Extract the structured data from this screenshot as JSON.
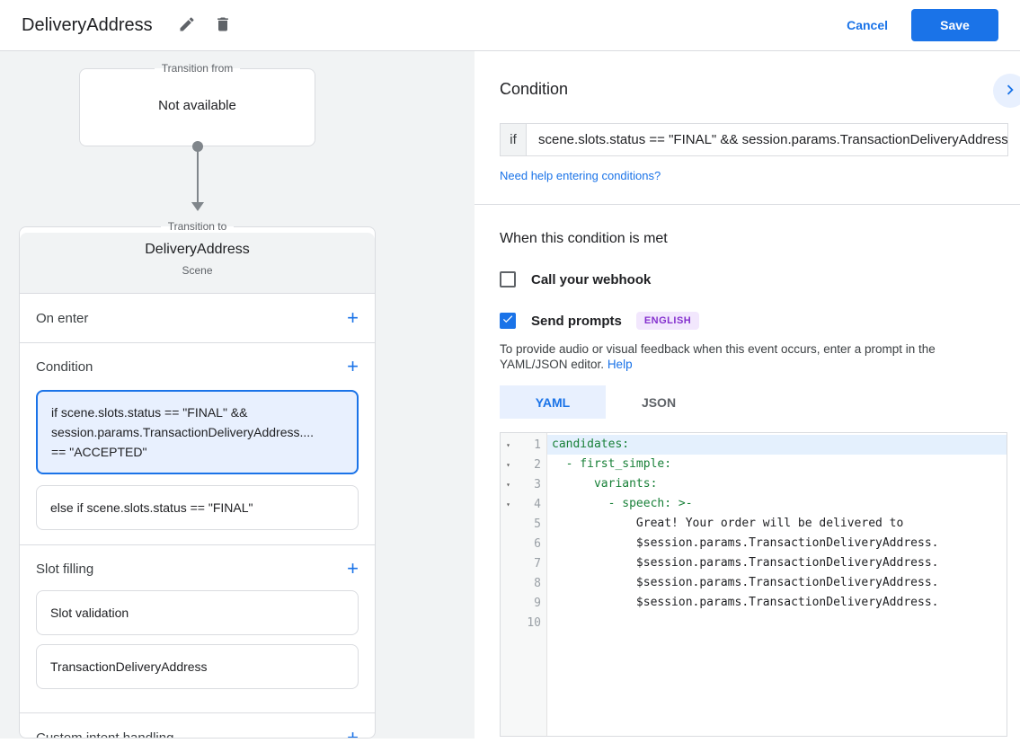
{
  "header": {
    "title": "DeliveryAddress",
    "cancel_label": "Cancel",
    "save_label": "Save"
  },
  "left": {
    "transition_from": {
      "legend": "Transition from",
      "value": "Not available"
    },
    "scene": {
      "legend": "Transition to",
      "name": "DeliveryAddress",
      "type": "Scene",
      "on_enter_label": "On enter",
      "condition_label": "Condition",
      "conditions": [
        {
          "lines": [
            "if scene.slots.status == \"FINAL\" &&",
            "session.params.TransactionDeliveryAddress....",
            "== \"ACCEPTED\""
          ]
        },
        {
          "lines": [
            "else if scene.slots.status == \"FINAL\""
          ]
        }
      ],
      "slot_filling_label": "Slot filling",
      "slots": [
        "Slot validation",
        "TransactionDeliveryAddress"
      ],
      "custom_intent_label": "Custom intent handling"
    }
  },
  "right": {
    "condition": {
      "title": "Condition",
      "if_label": "if",
      "expression": "scene.slots.status == \"FINAL\" && session.params.TransactionDeliveryAddress",
      "help_link": "Need help entering conditions?"
    },
    "when": {
      "title": "When this condition is met",
      "webhook_label": "Call your webhook",
      "prompts_label": "Send prompts",
      "language_badge": "ENGLISH",
      "description": "To provide audio or visual feedback when this event occurs, enter a prompt in the YAML/JSON editor.",
      "help_label": "Help",
      "tab_yaml": "YAML",
      "tab_json": "JSON"
    },
    "editor": {
      "lines": [
        {
          "n": "1",
          "text": "candidates:"
        },
        {
          "n": "2",
          "text": "  - first_simple:"
        },
        {
          "n": "3",
          "text": "      variants:"
        },
        {
          "n": "4",
          "text": "        - speech: >-"
        },
        {
          "n": "5",
          "text": "            Great! Your order will be delivered to"
        },
        {
          "n": "6",
          "text": "            $session.params.TransactionDeliveryAddress."
        },
        {
          "n": "7",
          "text": "            $session.params.TransactionDeliveryAddress."
        },
        {
          "n": "8",
          "text": "            $session.params.TransactionDeliveryAddress."
        },
        {
          "n": "9",
          "text": "            $session.params.TransactionDeliveryAddress."
        },
        {
          "n": "10",
          "text": ""
        }
      ]
    }
  },
  "colors": {
    "accent_blue": "#1a73e8",
    "selection_bg": "#e8f0fe",
    "badge_purple": "#8430ce",
    "yaml_green": "#188038",
    "pane_gray": "#f1f3f4",
    "border_gray": "#dadce0"
  }
}
